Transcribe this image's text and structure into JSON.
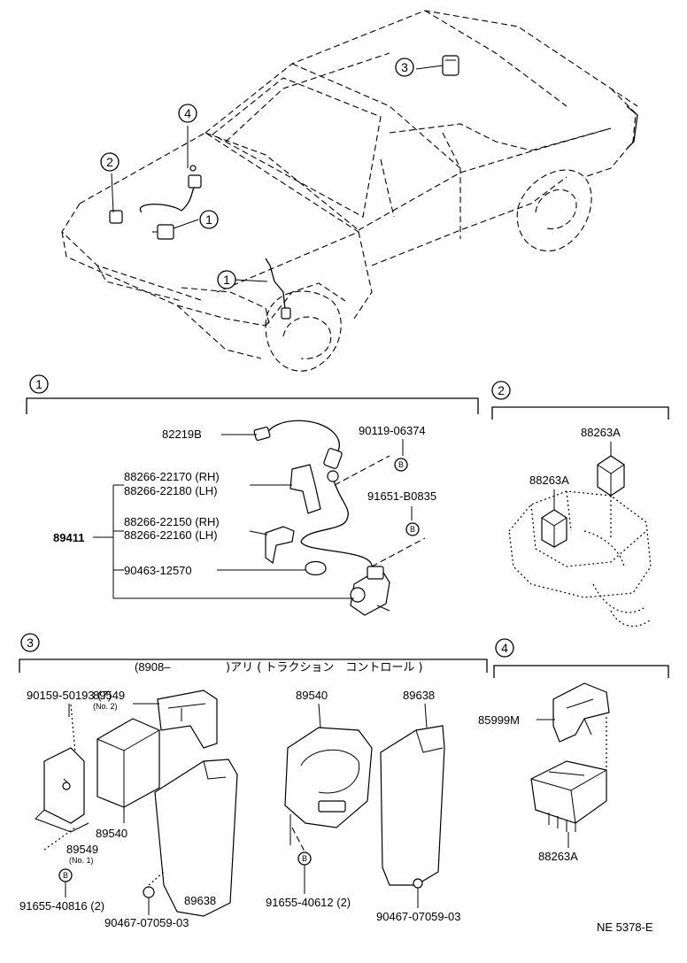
{
  "callouts": {
    "c1": "1",
    "c2": "2",
    "c3": "3",
    "c4": "4",
    "bolt_symbol": "B"
  },
  "section1": {
    "label": "1",
    "parts": {
      "sensor_wire": "82219B",
      "bolt_top": "90119-06374",
      "bracket_rh1": "88266-22170 (RH)",
      "bracket_lh1": "88266-22180 (LH)",
      "bolt_mid": "91651-B0835",
      "bracket_rh2": "88266-22150 (RH)",
      "bracket_lh2": "88266-22160 (LH)",
      "assembly": "89411",
      "clamp": "90463-12570"
    }
  },
  "section2": {
    "label": "2",
    "parts": {
      "relay_a": "88263A",
      "relay_b": "88263A"
    }
  },
  "section3": {
    "label": "3",
    "header_code": "(8908–",
    "header_text": ")アリ ( トラクション　コントロール )",
    "parts": {
      "screw": "90159-50193 (7)",
      "bracket2": "89549",
      "bracket2_note": "(No. 2)",
      "ecu_left": "89540",
      "bracket1": "89549",
      "bracket1_note": "(No. 1)",
      "bolt_left": "91655-40816 (2)",
      "cover_left": "89638",
      "clip_left": "90467-07059-03",
      "ecu_mid": "89540",
      "bolt_mid": "91655-40612 (2)",
      "cover_right": "89638",
      "clip_right": "90467-07059-03"
    }
  },
  "section4": {
    "label": "4",
    "parts": {
      "bracket": "85999M",
      "relay": "88263A"
    }
  },
  "footer": {
    "figure_code": "NE 5378-E"
  }
}
